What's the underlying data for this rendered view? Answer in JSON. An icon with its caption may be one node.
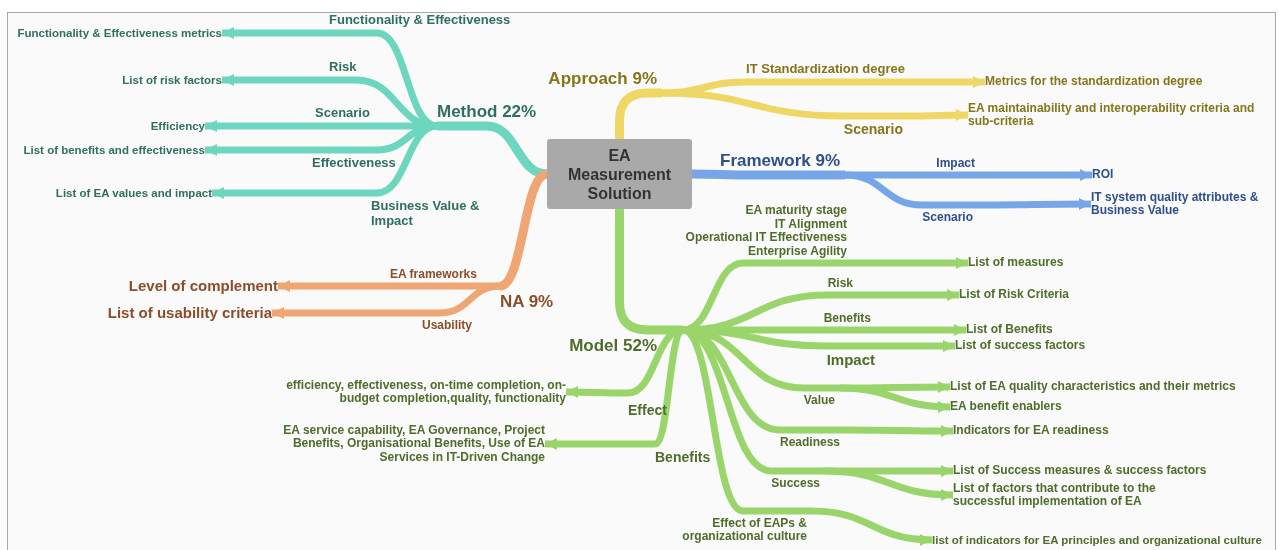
{
  "diagram": {
    "nodes": [
      {
        "text": [
          "EA Measurement Solution"
        ]
      },
      {
        "text": [
          "Method 22%"
        ]
      },
      {
        "text": [
          "Functionality & Effectiveness"
        ]
      },
      {
        "text": [
          "Functionality & Effectiveness metrics"
        ]
      },
      {
        "text": [
          "Risk"
        ]
      },
      {
        "text": [
          "List of risk factors"
        ]
      },
      {
        "text": [
          "Scenario"
        ]
      },
      {
        "text": [
          "Efficiency"
        ]
      },
      {
        "text": [
          "Effectiveness"
        ]
      },
      {
        "text": [
          "List of benefits and effectiveness"
        ]
      },
      {
        "text": [
          "Business Value & Impact"
        ]
      },
      {
        "text": [
          "List of EA values and impact"
        ]
      },
      {
        "text": [
          "NA 9%"
        ]
      },
      {
        "text": [
          "EA frameworks"
        ]
      },
      {
        "text": [
          "Level of complement"
        ]
      },
      {
        "text": [
          "Usability"
        ]
      },
      {
        "text": [
          "List of usability criteria"
        ]
      },
      {
        "text": [
          "Approach 9%"
        ]
      },
      {
        "text": [
          "IT Standardization degree"
        ]
      },
      {
        "text": [
          "Metrics for the standardization degree"
        ]
      },
      {
        "text": [
          "Scenario"
        ]
      },
      {
        "text": [
          "EA maintainability and interoperability criteria and sub-criteria"
        ]
      },
      {
        "text": [
          "Framework 9%"
        ]
      },
      {
        "text": [
          "Impact"
        ]
      },
      {
        "text": [
          "ROI"
        ]
      },
      {
        "text": [
          "Scenario"
        ]
      },
      {
        "text": [
          "IT system quality attributes & Business Value"
        ]
      },
      {
        "text": [
          "Model 52%"
        ]
      },
      {
        "text": [
          "EA maturity stage",
          "IT Alignment",
          "Operational IT Effectiveness",
          "Enterprise Agility"
        ]
      },
      {
        "text": [
          "List of measures"
        ]
      },
      {
        "text": [
          "Risk"
        ]
      },
      {
        "text": [
          "List of Risk Criteria"
        ]
      },
      {
        "text": [
          "Benefits"
        ]
      },
      {
        "text": [
          "List of Benefits"
        ]
      },
      {
        "text": [
          "Impact"
        ]
      },
      {
        "text": [
          "List of success factors"
        ]
      },
      {
        "text": [
          "Value"
        ]
      },
      {
        "text": [
          "List of EA quality characteristics and their metrics"
        ]
      },
      {
        "text": [
          "EA benefit enablers"
        ]
      },
      {
        "text": [
          "Readiness"
        ]
      },
      {
        "text": [
          "Indicators for EA readiness"
        ]
      },
      {
        "text": [
          "Success"
        ]
      },
      {
        "text": [
          "List of Success measures & success factors"
        ]
      },
      {
        "text": [
          "List of factors that contribute to the successful implementation of EA"
        ]
      },
      {
        "text": [
          "Effect of EAPs & organizational culture"
        ]
      },
      {
        "text": [
          "list of indicators for EA principles and organizational culture"
        ]
      },
      {
        "text": [
          "Effect"
        ]
      },
      {
        "text": [
          "efficiency, effectiveness, on-time completion, on-budget completion,quality, functionality"
        ]
      },
      {
        "text": [
          "Benefits"
        ]
      },
      {
        "text": [
          "EA service capability, EA Governance, Project Benefits, Organisational Benefits, Use of EA Services in IT-Driven Change"
        ]
      }
    ],
    "edges": [
      {
        "from": 0,
        "to": 1,
        "arrow": "none",
        "color": "#6dd6be"
      },
      {
        "from": 1,
        "to": 2,
        "arrow": "none",
        "color": "#6dd6be"
      },
      {
        "from": 2,
        "to": 3,
        "arrow": "to",
        "color": "#6dd6be"
      },
      {
        "from": 1,
        "to": 4,
        "arrow": "none",
        "color": "#6dd6be"
      },
      {
        "from": 4,
        "to": 5,
        "arrow": "to",
        "color": "#6dd6be"
      },
      {
        "from": 1,
        "to": 6,
        "arrow": "none",
        "color": "#6dd6be"
      },
      {
        "from": 6,
        "to": 7,
        "arrow": "to",
        "color": "#6dd6be"
      },
      {
        "from": 1,
        "to": 8,
        "arrow": "none",
        "color": "#6dd6be"
      },
      {
        "from": 8,
        "to": 9,
        "arrow": "to",
        "color": "#6dd6be"
      },
      {
        "from": 1,
        "to": 10,
        "arrow": "none",
        "color": "#6dd6be"
      },
      {
        "from": 10,
        "to": 11,
        "arrow": "to",
        "color": "#6dd6be"
      },
      {
        "from": 0,
        "to": 12,
        "arrow": "none",
        "color": "#f0a673"
      },
      {
        "from": 12,
        "to": 13,
        "arrow": "none",
        "color": "#f0a673"
      },
      {
        "from": 13,
        "to": 14,
        "arrow": "to",
        "color": "#f0a673"
      },
      {
        "from": 12,
        "to": 15,
        "arrow": "none",
        "color": "#f0a673"
      },
      {
        "from": 15,
        "to": 16,
        "arrow": "to",
        "color": "#f0a673"
      },
      {
        "from": 0,
        "to": 17,
        "arrow": "none",
        "color": "#efd766"
      },
      {
        "from": 17,
        "to": 18,
        "arrow": "none",
        "color": "#efd766"
      },
      {
        "from": 18,
        "to": 19,
        "arrow": "to",
        "color": "#efd766"
      },
      {
        "from": 17,
        "to": 20,
        "arrow": "none",
        "color": "#efd766"
      },
      {
        "from": 20,
        "to": 21,
        "arrow": "to",
        "color": "#efd766"
      },
      {
        "from": 0,
        "to": 22,
        "arrow": "none",
        "color": "#77a6e8"
      },
      {
        "from": 22,
        "to": 23,
        "arrow": "none",
        "color": "#77a6e8"
      },
      {
        "from": 23,
        "to": 24,
        "arrow": "to",
        "color": "#77a6e8"
      },
      {
        "from": 22,
        "to": 25,
        "arrow": "none",
        "color": "#77a6e8"
      },
      {
        "from": 25,
        "to": 26,
        "arrow": "to",
        "color": "#77a6e8"
      },
      {
        "from": 0,
        "to": 27,
        "arrow": "none"
      },
      {
        "from": 27,
        "to": 28,
        "arrow": "none"
      },
      {
        "from": 28,
        "to": 29,
        "arrow": "to"
      },
      {
        "from": 27,
        "to": 30,
        "arrow": "none"
      },
      {
        "from": 30,
        "to": 31,
        "arrow": "to"
      },
      {
        "from": 27,
        "to": 32,
        "arrow": "none"
      },
      {
        "from": 32,
        "to": 33,
        "arrow": "to"
      },
      {
        "from": 27,
        "to": 34,
        "arrow": "none"
      },
      {
        "from": 34,
        "to": 35,
        "arrow": "to"
      },
      {
        "from": 27,
        "to": 36,
        "arrow": "none"
      },
      {
        "from": 36,
        "to": 37,
        "arrow": "to"
      },
      {
        "from": 36,
        "to": 38,
        "arrow": "to"
      },
      {
        "from": 27,
        "to": 39,
        "arrow": "none"
      },
      {
        "from": 39,
        "to": 40,
        "arrow": "to"
      },
      {
        "from": 27,
        "to": 41,
        "arrow": "none"
      },
      {
        "from": 41,
        "to": 42,
        "arrow": "to"
      },
      {
        "from": 41,
        "to": 43,
        "arrow": "to"
      },
      {
        "from": 27,
        "to": 44,
        "arrow": "none"
      },
      {
        "from": 44,
        "to": 45,
        "arrow": "to"
      },
      {
        "from": 27,
        "to": 46,
        "arrow": "none"
      },
      {
        "from": 46,
        "to": 47,
        "arrow": "to"
      },
      {
        "from": 27,
        "to": 48,
        "arrow": "none"
      },
      {
        "from": 48,
        "to": 49,
        "arrow": "to"
      }
    ]
  }
}
